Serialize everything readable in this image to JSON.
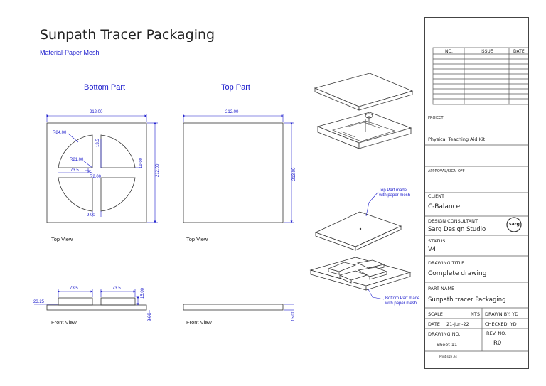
{
  "sheet": {
    "title": "Sunpath Tracer Packaging",
    "material": "Material-Paper Mesh"
  },
  "drawing": {
    "bottom_heading": "Bottom Part",
    "top_heading": "Top Part",
    "dims": {
      "bottom_width": "212.00",
      "bottom_height": "212.00",
      "top_width": "212.00",
      "top_height": "213.00",
      "radius_outer": "R84.00",
      "radius_inner": "R21.00",
      "radius_center": "R2.00",
      "slot_gap_upper": "13.5",
      "slot_length": "73.5",
      "slot_gap_right": "19.00",
      "slot_gap_bottom": "9.00",
      "front_block_a": "73.5",
      "front_block_b": "73.5",
      "front_block_h": "15.00",
      "front_offset": "23.25",
      "front_base_h": "8.00",
      "top_front_h": "15.00"
    },
    "views": {
      "bottom_top_view": "Top View",
      "top_top_view": "Top View",
      "bottom_front_view": "Front View",
      "top_front_view": "Front View"
    },
    "callouts": {
      "top_part": "Top Part made with paper mesh",
      "bottom_part": "Bottom Part made with paper mesh"
    }
  },
  "title_block": {
    "issue_headers": [
      "NO.",
      "ISSUE",
      "DATE"
    ],
    "project_label": "PROJECT",
    "project_value": "Physical Teaching Aid Kit",
    "approval_label": "APPROVAL/SIGN-OFF",
    "client_label": "CLIENT",
    "client_value": "C-Balance",
    "consultant_label": "DESIGN CONSULTANT",
    "consultant_value": "Sarg Design Studio",
    "logo_text": "sarg",
    "status_label": "STATUS",
    "status_value": "V4",
    "drawing_title_label": "DRAWING TITLE",
    "drawing_title_value": "Complete drawing",
    "part_name_label": "PART NAME",
    "part_name_value": "Sunpath tracer Packaging",
    "scale_label": "SCALE",
    "scale_value": "NTS",
    "drawn_by": "DRAWN BY: YD",
    "date_label": "DATE",
    "date_value": "21-Jun-22",
    "checked": "CHECKED: YD",
    "drawing_no_label": "DRAWING NO.",
    "sheet_value": "Sheet 11",
    "rev_label": "REV. NO.",
    "rev_value": "R0",
    "print_note": "Print size A4"
  },
  "colors": {
    "line": "#333333",
    "dimension": "#1a1acc"
  }
}
